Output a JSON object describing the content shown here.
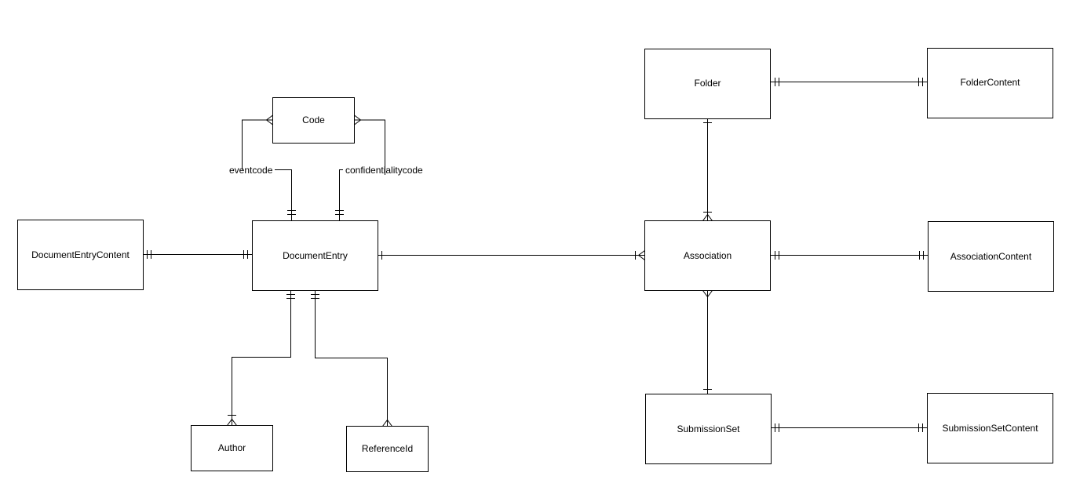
{
  "diagram": {
    "entities": {
      "code": "Code",
      "folder": "Folder",
      "folder_content": "FolderContent",
      "document_entry_content": "DocumentEntryContent",
      "document_entry": "DocumentEntry",
      "association": "Association",
      "association_content": "AssociationContent",
      "author": "Author",
      "reference_id": "ReferenceId",
      "submission_set": "SubmissionSet",
      "submission_set_content": "SubmissionSetContent"
    },
    "relationship_labels": {
      "eventcode": "eventcode",
      "confidentialitycode": "confidentialitycode"
    },
    "relationships": [
      {
        "from": "Code",
        "to": "DocumentEntry",
        "label": "eventcode",
        "from_end": "many",
        "to_end": "one-and-only-one"
      },
      {
        "from": "Code",
        "to": "DocumentEntry",
        "label": "confidentialitycode",
        "from_end": "many",
        "to_end": "one-and-only-one"
      },
      {
        "from": "DocumentEntryContent",
        "to": "DocumentEntry",
        "from_end": "one-and-only-one",
        "to_end": "one-and-only-one"
      },
      {
        "from": "DocumentEntry",
        "to": "Author",
        "from_end": "one-and-only-one",
        "to_end": "one-or-many"
      },
      {
        "from": "DocumentEntry",
        "to": "ReferenceId",
        "from_end": "one-and-only-one",
        "to_end": "many"
      },
      {
        "from": "DocumentEntry",
        "to": "Association",
        "from_end": "one",
        "to_end": "one-or-many"
      },
      {
        "from": "Folder",
        "to": "FolderContent",
        "from_end": "one-and-only-one",
        "to_end": "one-and-only-one"
      },
      {
        "from": "Folder",
        "to": "Association",
        "from_end": "one",
        "to_end": "one-or-many"
      },
      {
        "from": "Association",
        "to": "AssociationContent",
        "from_end": "one-and-only-one",
        "to_end": "one-and-only-one"
      },
      {
        "from": "SubmissionSet",
        "to": "Association",
        "from_end": "one",
        "to_end": "many"
      },
      {
        "from": "SubmissionSet",
        "to": "SubmissionSetContent",
        "from_end": "one-and-only-one",
        "to_end": "one-and-only-one"
      }
    ]
  }
}
